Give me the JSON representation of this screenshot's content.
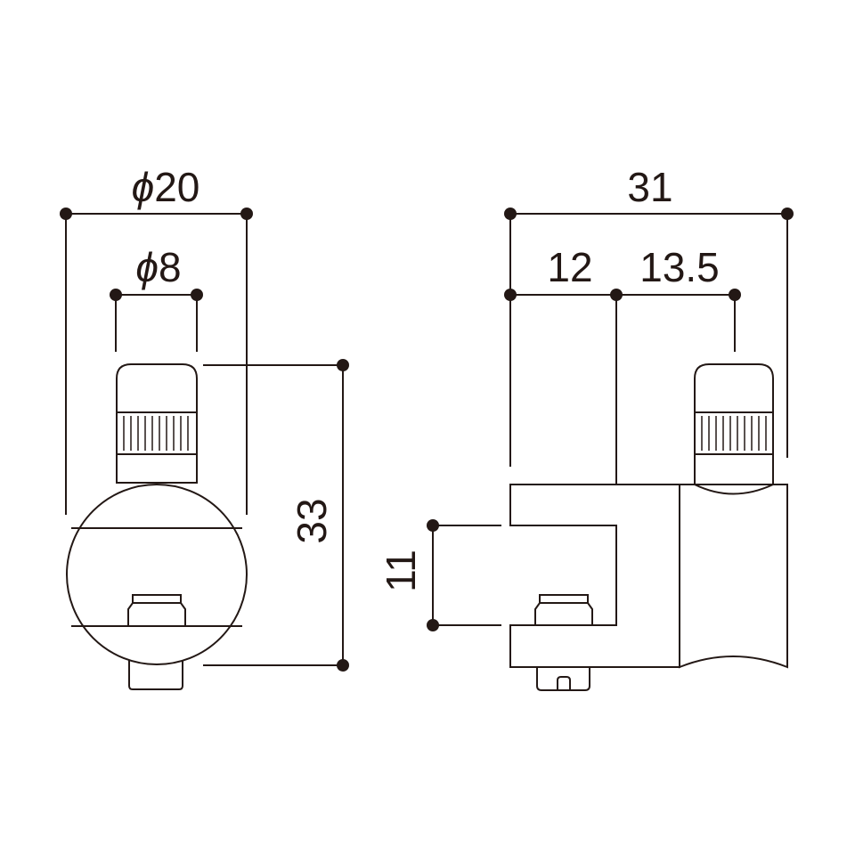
{
  "diagram": {
    "line_color": "#231815",
    "background_color": "#ffffff",
    "dimensions": {
      "diameter_outer": {
        "symbol": "ϕ",
        "value": "20"
      },
      "diameter_inner": {
        "symbol": "ϕ",
        "value": "8"
      },
      "height_total": "33",
      "width_total": "31",
      "width_left": "12",
      "width_right": "13.5",
      "gap_height": "11"
    }
  }
}
